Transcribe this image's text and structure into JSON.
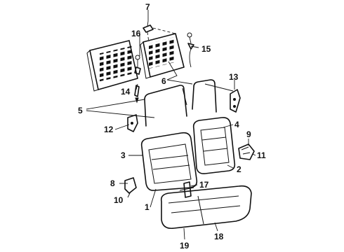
{
  "diagram": {
    "callouts": [
      {
        "key": "c1",
        "label": "1"
      },
      {
        "key": "c2",
        "label": "2"
      },
      {
        "key": "c3",
        "label": "3"
      },
      {
        "key": "c4",
        "label": "4"
      },
      {
        "key": "c5",
        "label": "5"
      },
      {
        "key": "c6",
        "label": "6"
      },
      {
        "key": "c7",
        "label": "7"
      },
      {
        "key": "c8",
        "label": "8"
      },
      {
        "key": "c9",
        "label": "9"
      },
      {
        "key": "c10",
        "label": "10"
      },
      {
        "key": "c11",
        "label": "11"
      },
      {
        "key": "c12",
        "label": "12"
      },
      {
        "key": "c13",
        "label": "13"
      },
      {
        "key": "c14",
        "label": "14"
      },
      {
        "key": "c15",
        "label": "15"
      },
      {
        "key": "c16",
        "label": "16"
      },
      {
        "key": "c17",
        "label": "17"
      },
      {
        "key": "c18",
        "label": "18"
      },
      {
        "key": "c19",
        "label": "19"
      }
    ]
  }
}
